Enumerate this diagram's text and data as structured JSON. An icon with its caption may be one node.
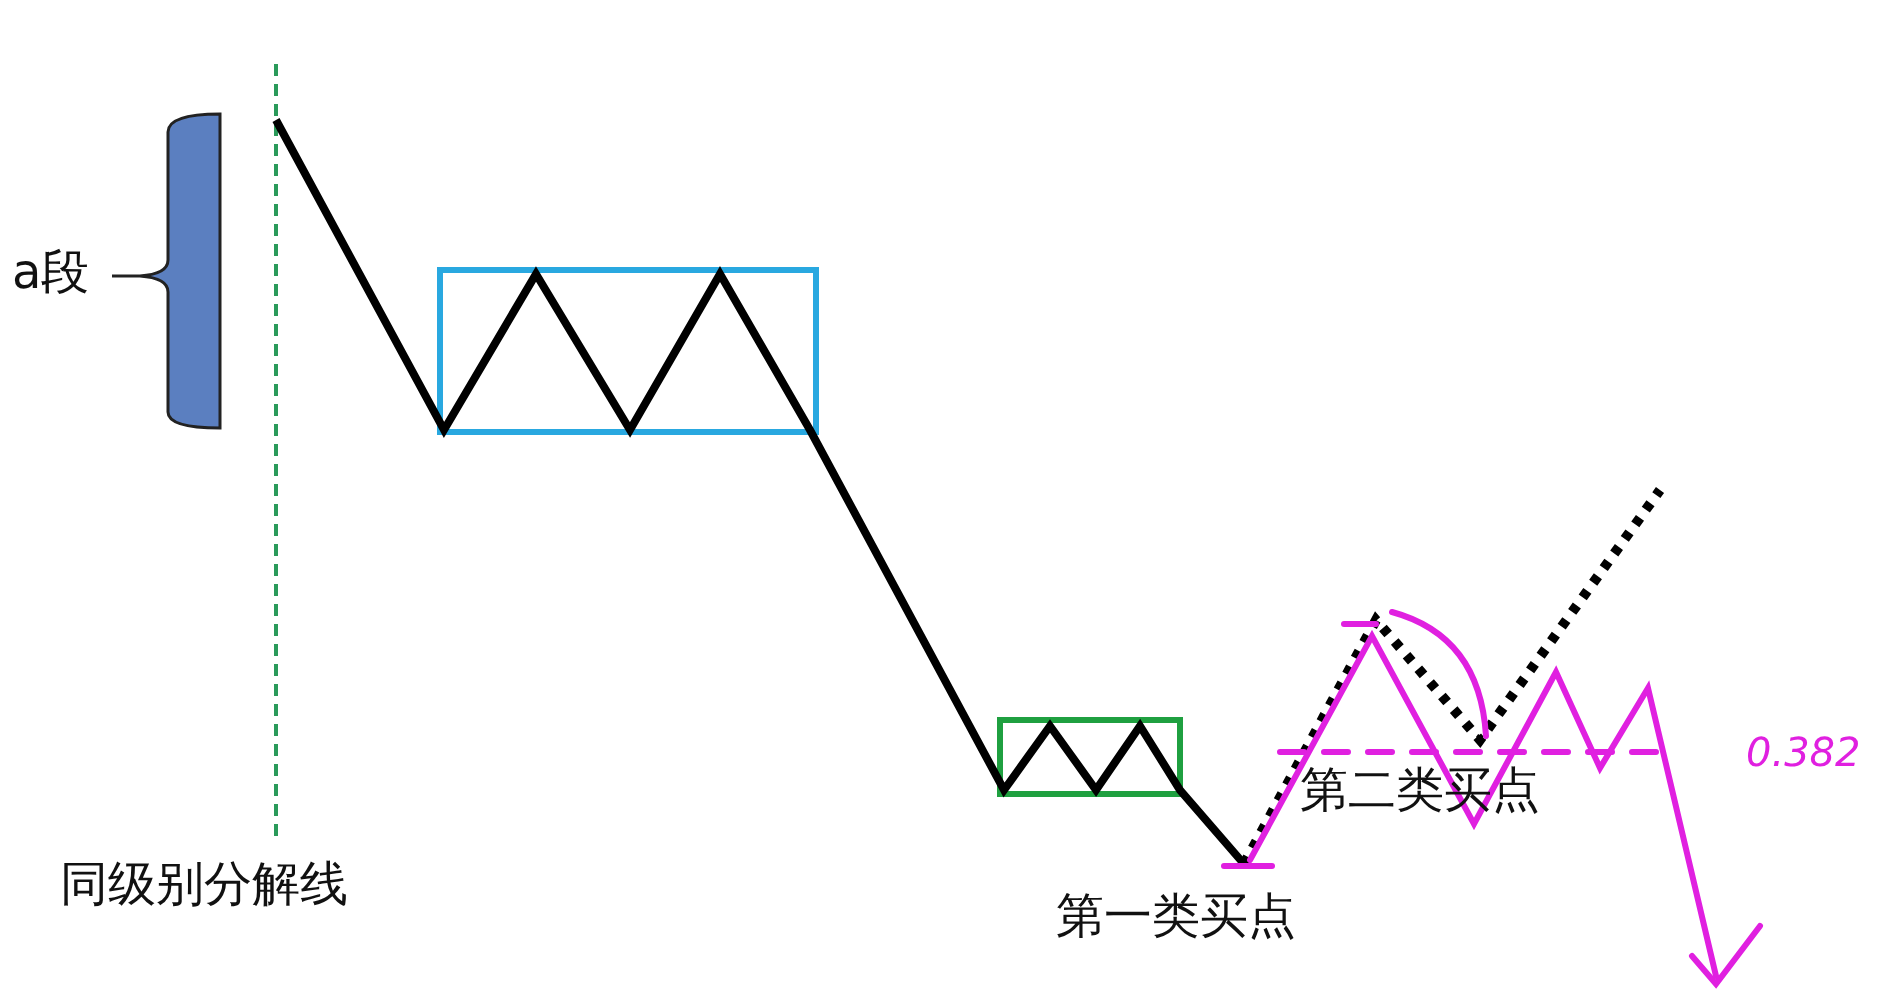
{
  "diagram": {
    "labels": [
      "a段",
      "同级别分解线",
      "第一类买点",
      "第二类买点",
      "0.382"
    ]
  }
}
